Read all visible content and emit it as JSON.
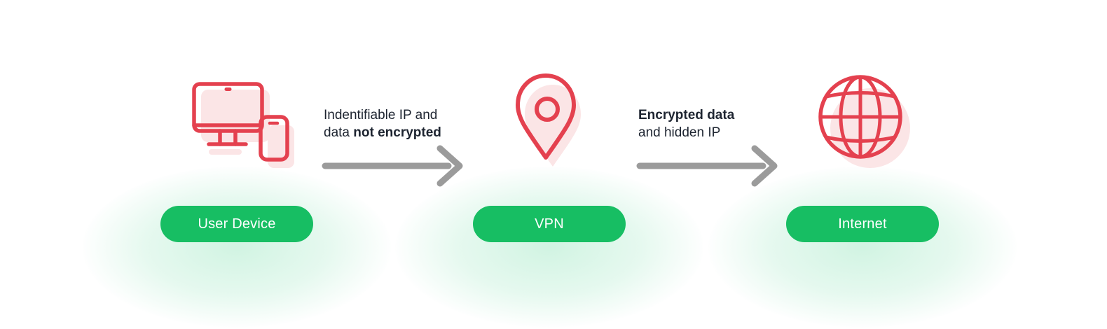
{
  "diagram": {
    "nodes": [
      {
        "id": "user-device",
        "icon": "monitor-phone-icon",
        "label": "User Device"
      },
      {
        "id": "vpn",
        "icon": "location-pin-icon",
        "label": "VPN"
      },
      {
        "id": "internet",
        "icon": "globe-icon",
        "label": "Internet"
      }
    ],
    "arrows": [
      {
        "line1": "Indentifiable IP and",
        "line2_normal": "data",
        "line2_bold": "not encrypted"
      },
      {
        "line1_bold": "Encrypted data",
        "line2_normal": "and hidden IP"
      }
    ],
    "colors": {
      "accent_green": "#17BE63",
      "glow_green": "#2ECC7C",
      "icon_red": "#E4414F",
      "icon_pink_shadow": "#FBE5E6",
      "arrow_gray": "#9B9B9B",
      "label_text": "#1D2430",
      "pill_text": "#FFFFFF",
      "background": "#FFFFFF"
    }
  }
}
